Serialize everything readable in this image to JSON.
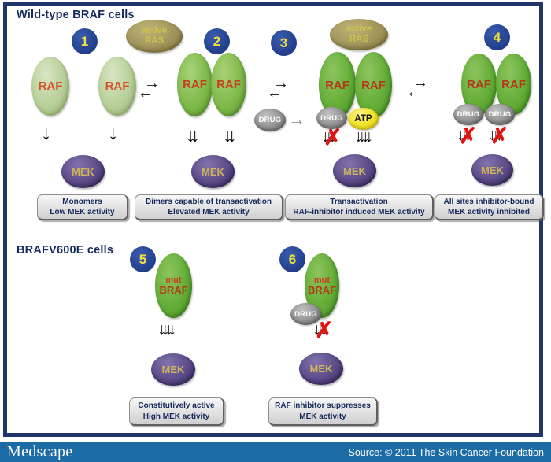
{
  "sections": {
    "wild_type": {
      "title": "Wild-type BRAF cells",
      "panels": [
        {
          "number": "1",
          "caption": [
            "Monomers",
            "Low MEK activity"
          ]
        },
        {
          "number": "2",
          "caption": [
            "Dimers capable of transactivation",
            "Elevated MEK activity"
          ]
        },
        {
          "number": "3",
          "caption": [
            "Transactivation",
            "RAF-inhibitor induced MEK activity"
          ]
        },
        {
          "number": "4",
          "caption": [
            "All sites inhibitor-bound",
            "MEK activity inhibited"
          ]
        }
      ]
    },
    "mutant": {
      "title": "BRAFV600E cells",
      "panels": [
        {
          "number": "5",
          "caption": [
            "Constitutively active",
            "High MEK activity"
          ]
        },
        {
          "number": "6",
          "caption": [
            "RAF inhibitor suppresses",
            "MEK activity"
          ]
        }
      ]
    }
  },
  "molecules": {
    "raf": "RAF",
    "mek": "MEK",
    "drug": "DRUG",
    "atp": "ATP",
    "active_ras": {
      "line1": "active",
      "line2": "RAS"
    },
    "mut_braf": {
      "line1": "mut",
      "line2": "BRAF"
    }
  },
  "icons": {
    "down_1": "↓",
    "down_2": "↓↓",
    "down_3": "↓↓↓",
    "down_4": "↓↓↓↓",
    "arrow_right": "→",
    "arrow_left": "←",
    "x_mark": "✗"
  },
  "footer": {
    "logo": "Medscape",
    "source": "Source: © 2011 The Skin Cancer Foundation"
  },
  "colors": {
    "frame_navy": "#21356b",
    "footer_blue": "#1b6ba4",
    "number_circle_blue": "#23408e",
    "number_text_yellow": "#f2e23c",
    "raf_light_green": "#b7cf98",
    "raf_medium_green": "#7eb94a",
    "raf_dark_green": "#63ad37",
    "ras_olive": "#a0945a",
    "mek_purple": "#5a4a87",
    "drug_gray": "#909090",
    "atp_yellow": "#f1e323",
    "raf_text_red": "#c4421f",
    "blocked_x_red": "#e01310",
    "caption_text_navy": "#16295c"
  }
}
